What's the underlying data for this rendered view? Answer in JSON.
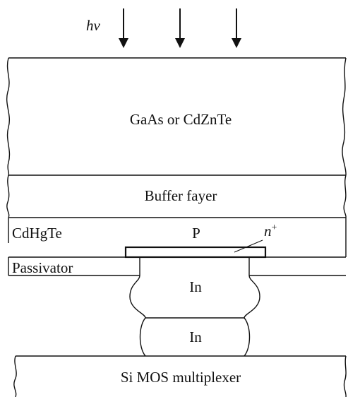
{
  "diagram": {
    "light_label_symbol": "h",
    "light_label_freq": "ν",
    "arrow_count": 3,
    "layers": {
      "substrate": "GaAs or CdZnTe",
      "buffer": "Buffer fayer",
      "absorber_material": "CdHgTe",
      "absorber_type": "P",
      "implant_label": "n",
      "implant_sup": "+",
      "passivator": "Passivator",
      "bump_top": "In",
      "bump_bottom": "In",
      "readout": "Si MOS multiplexer"
    }
  }
}
